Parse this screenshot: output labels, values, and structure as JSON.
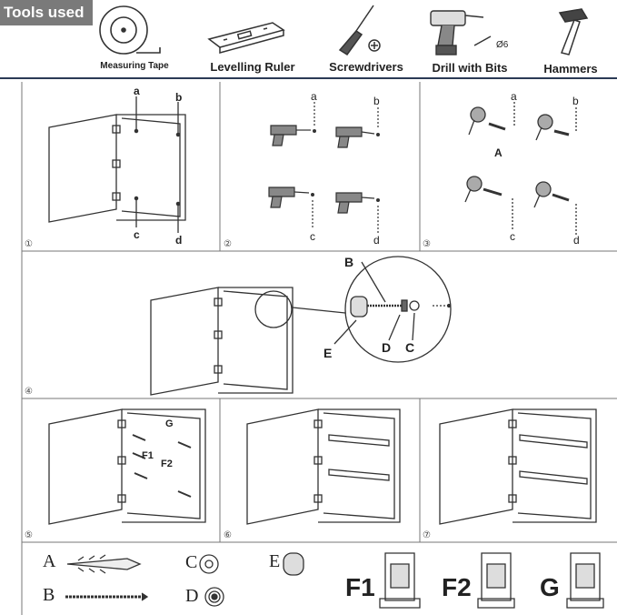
{
  "header": {
    "badge": "Tools used",
    "tools": [
      {
        "label": "Measuring Tape",
        "icon": "measuring-tape-icon"
      },
      {
        "label": "Levelling Ruler",
        "icon": "levelling-ruler-icon"
      },
      {
        "label": "Screwdrivers",
        "icon": "screwdriver-icon"
      },
      {
        "label": "Drill with Bits",
        "icon": "drill-icon"
      },
      {
        "label": "Hammers",
        "icon": "hammer-icon"
      }
    ],
    "drill_bit_size": "Ø6"
  },
  "steps": {
    "s1": {
      "num": "①",
      "labels": {
        "a": "a",
        "b": "b",
        "c": "c",
        "d": "d"
      }
    },
    "s2": {
      "num": "②",
      "labels": {
        "a": "a",
        "b": "b",
        "c": "c",
        "d": "d"
      }
    },
    "s3": {
      "num": "③",
      "labels": {
        "a": "a",
        "b": "b",
        "c": "c",
        "d": "d",
        "A": "A"
      }
    },
    "s4": {
      "num": "④",
      "labels": {
        "B": "B",
        "C": "C",
        "D": "D",
        "E": "E"
      }
    },
    "s5": {
      "num": "⑤",
      "labels": {
        "G": "G",
        "F1": "F1",
        "F2": "F2"
      }
    },
    "s6": {
      "num": "⑥"
    },
    "s7": {
      "num": "⑦"
    }
  },
  "parts": {
    "A": "A",
    "B": "B",
    "C": "C",
    "D": "D",
    "E": "E",
    "F1": "F1",
    "F2": "F2",
    "G": "G"
  },
  "colors": {
    "line": "#333333",
    "rule": "#2b3a55",
    "badge": "#7a7a7a"
  }
}
